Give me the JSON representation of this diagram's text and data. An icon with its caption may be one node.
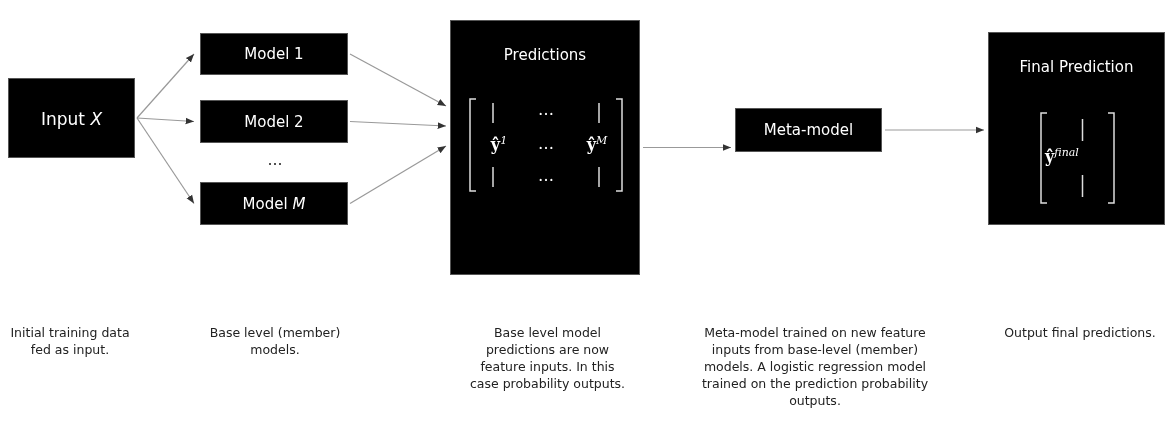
{
  "diagram": {
    "nodes": [
      {
        "text": [
          "Input *X*"
        ]
      },
      {
        "text": [
          "Model 1"
        ]
      },
      {
        "text": [
          "Model 2"
        ]
      },
      {
        "text": [
          "Model *M*"
        ]
      },
      {
        "text": [
          "Predictions",
          "…",
          "**ŷ**$^{1}$",
          "…",
          "**ŷ**$^{M}$",
          "…"
        ]
      },
      {
        "text": [
          "Meta-model"
        ]
      },
      {
        "text": [
          "Final Prediction",
          "**ŷ**$^{final}$"
        ]
      }
    ],
    "edges": [
      {
        "from": 0,
        "to": 1,
        "arrow": "to"
      },
      {
        "from": 0,
        "to": 2,
        "arrow": "to"
      },
      {
        "from": 0,
        "to": 3,
        "arrow": "to"
      },
      {
        "from": 1,
        "to": 4,
        "arrow": "to"
      },
      {
        "from": 2,
        "to": 4,
        "arrow": "to"
      },
      {
        "from": 3,
        "to": 4,
        "arrow": "to"
      },
      {
        "from": 4,
        "to": 5,
        "arrow": "to"
      },
      {
        "from": 5,
        "to": 6,
        "arrow": "to"
      }
    ],
    "labels": [
      "…",
      "Initial training data fed as input.",
      "Base level (member) models.",
      "Base level model predictions are now feature inputs. In this case probability outputs.",
      "Meta-model trained on new feature inputs from base-level (member) models. A logistic regression model trained on the prediction probability outputs.",
      "Output final predictions."
    ]
  }
}
